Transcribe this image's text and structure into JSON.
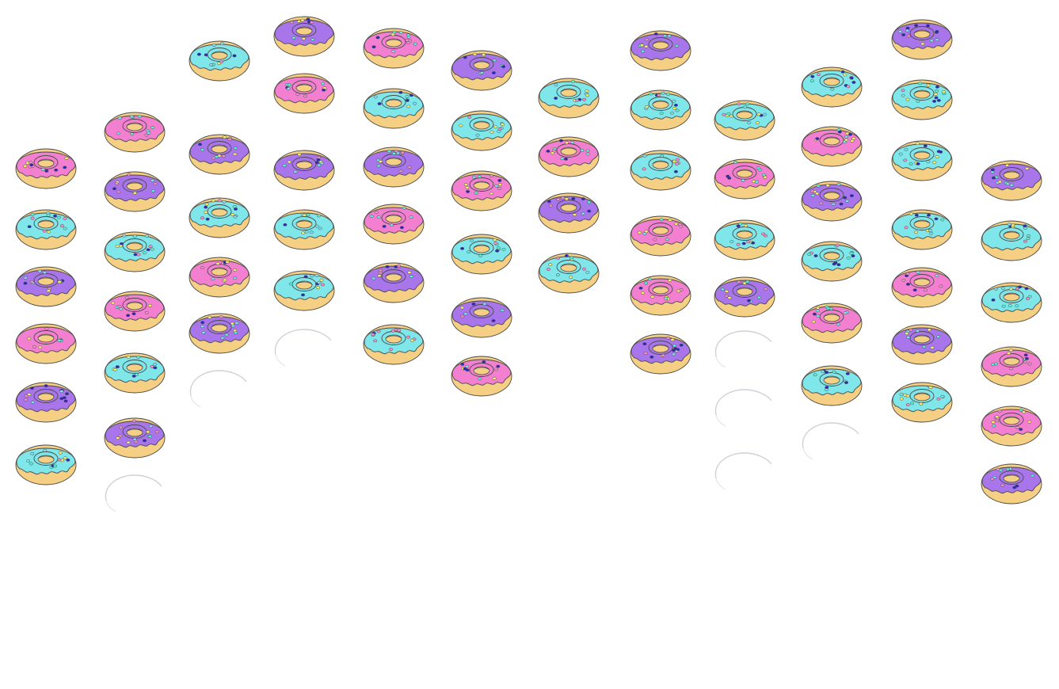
{
  "game": {
    "background": "#ffffff",
    "piece": "donut",
    "frosting_colors": {
      "pink": "#f27fd0",
      "purple": "#a875ea",
      "cyan": "#7fe6ea"
    },
    "dough_color": "#f5cf83",
    "outline_color": "#4a4a4a",
    "sprinkle_colors": [
      "#f7f06a",
      "#5ef0d8",
      "#2c2ab8",
      "#f48fc9",
      "#7be3f2"
    ],
    "columns": [
      {
        "column": 1,
        "pieces": [
          "pink",
          "cyan",
          "purple",
          "pink",
          "purple",
          "cyan"
        ]
      },
      {
        "column": 2,
        "pieces": [
          "pink",
          "purple",
          "cyan",
          "pink",
          "cyan",
          "purple"
        ],
        "fading": 1
      },
      {
        "column": 3,
        "pieces": [
          "cyan",
          "purple",
          "cyan",
          "pink",
          "purple"
        ],
        "fading": 1
      },
      {
        "column": 4,
        "pieces": [
          "purple",
          "pink",
          "purple",
          "cyan",
          "cyan"
        ],
        "fading": 1
      },
      {
        "column": 5,
        "pieces": [
          "pink",
          "cyan",
          "purple",
          "pink",
          "purple",
          "cyan"
        ]
      },
      {
        "column": 6,
        "pieces": [
          "purple",
          "cyan",
          "pink",
          "cyan",
          "purple",
          "pink"
        ]
      },
      {
        "column": 7,
        "pieces": [
          "cyan",
          "pink",
          "purple",
          "cyan"
        ]
      },
      {
        "column": 8,
        "pieces": [
          "purple",
          "cyan",
          "cyan",
          "pink",
          "pink",
          "purple"
        ]
      },
      {
        "column": 9,
        "pieces": [
          "cyan",
          "pink",
          "cyan",
          "purple"
        ],
        "fading": 3
      },
      {
        "column": 10,
        "pieces": [
          "cyan",
          "pink",
          "purple",
          "cyan",
          "pink",
          "cyan"
        ],
        "fading": 1
      },
      {
        "column": 11,
        "pieces": [
          "purple",
          "cyan",
          "cyan",
          "cyan",
          "pink",
          "purple",
          "cyan"
        ]
      },
      {
        "column": 12,
        "pieces": [
          "purple",
          "cyan",
          "cyan",
          "pink",
          "pink",
          "purple"
        ]
      }
    ]
  }
}
